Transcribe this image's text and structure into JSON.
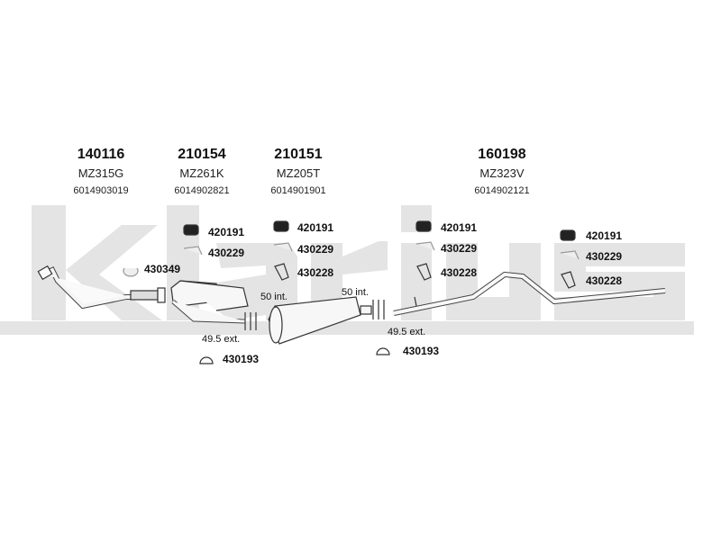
{
  "watermark": "klarius",
  "groups": [
    {
      "part": "140116",
      "code": "MZ315G",
      "oem": "6014903019"
    },
    {
      "part": "210154",
      "code": "MZ261K",
      "oem": "6014902821"
    },
    {
      "part": "210151",
      "code": "MZ205T",
      "oem": "6014901901"
    },
    {
      "part": "160198",
      "code": "MZ323V",
      "oem": "6014902121"
    }
  ],
  "parts": {
    "g2": [
      "420191",
      "430229"
    ],
    "clamp": "430349",
    "g3": [
      "420191",
      "430229",
      "430228"
    ],
    "g4": [
      "420191",
      "430229",
      "430228"
    ],
    "g5": [
      "420191",
      "430229",
      "430228"
    ],
    "mount1": "430193",
    "mount2": "430193"
  },
  "dims": {
    "int1": "50 int.",
    "int2": "50 int.",
    "ext1": "49.5 ext.",
    "ext2": "49.5 ext."
  }
}
